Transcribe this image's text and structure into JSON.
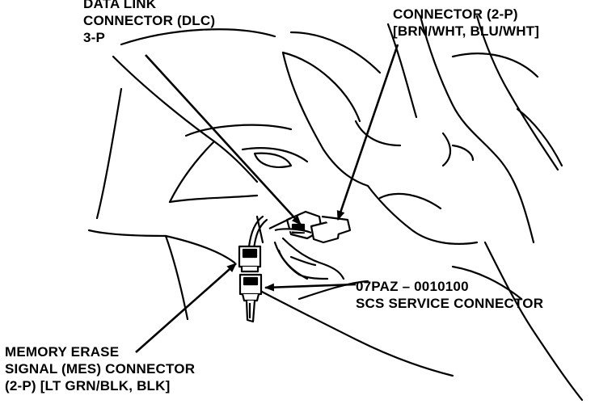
{
  "labels": {
    "dlc": {
      "line1": "DATA LINK",
      "line2": "CONNECTOR (DLC)",
      "line3": "3-P"
    },
    "connector_2p": {
      "line1": "CONNECTOR (2-P)",
      "line2": "[BRN/WHT, BLU/WHT]"
    },
    "scs": {
      "line1": "07PAZ – 0010100",
      "line2": "SCS SERVICE CONNECTOR"
    },
    "mes": {
      "line1": "MEMORY ERASE",
      "line2": "SIGNAL (MES) CONNECTOR",
      "line3": "(2-P) [LT GRN/BLK, BLK]"
    }
  },
  "colors": {
    "ink": "#000000",
    "background": "#ffffff"
  }
}
